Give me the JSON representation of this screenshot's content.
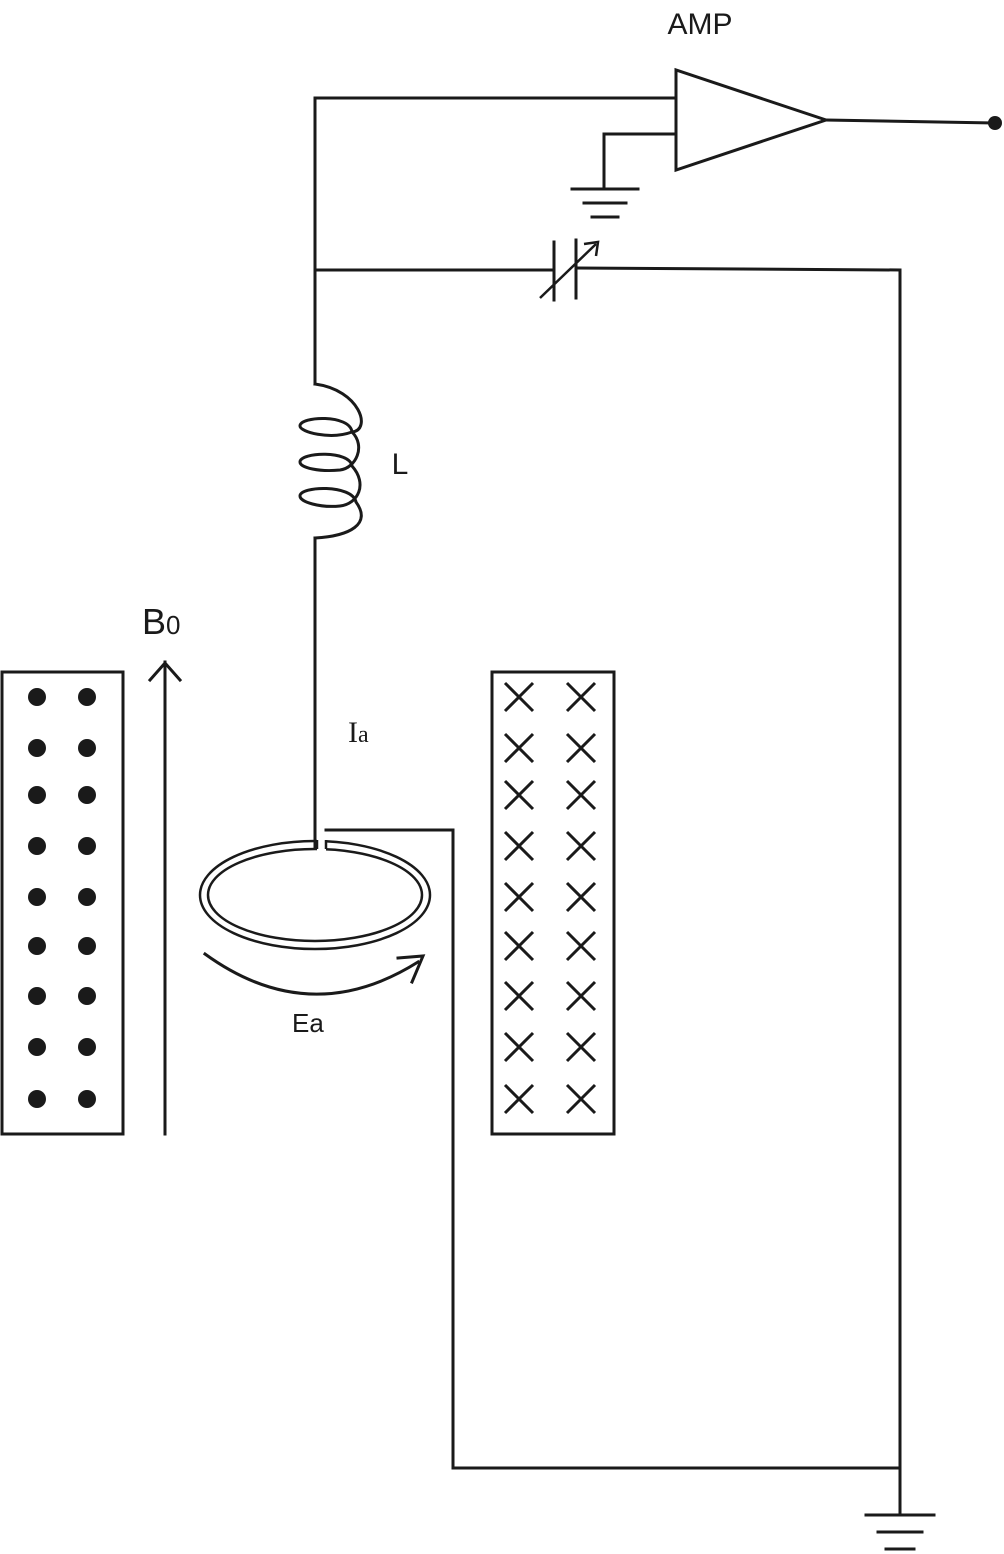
{
  "labels": {
    "amplifier": "AMP",
    "inductor": "L",
    "field_main": "B",
    "field_sub": "0",
    "current_main": "I",
    "current_sub": "a",
    "emf_main": "E",
    "emf_sub": "a"
  },
  "magnet_left": {
    "symbol": "dot",
    "columns": 2,
    "rows": 9
  },
  "magnet_right": {
    "symbol": "cross",
    "columns": 2,
    "rows": 9
  },
  "colors": {
    "ink": "#1a1a1a",
    "background": "#ffffff"
  }
}
